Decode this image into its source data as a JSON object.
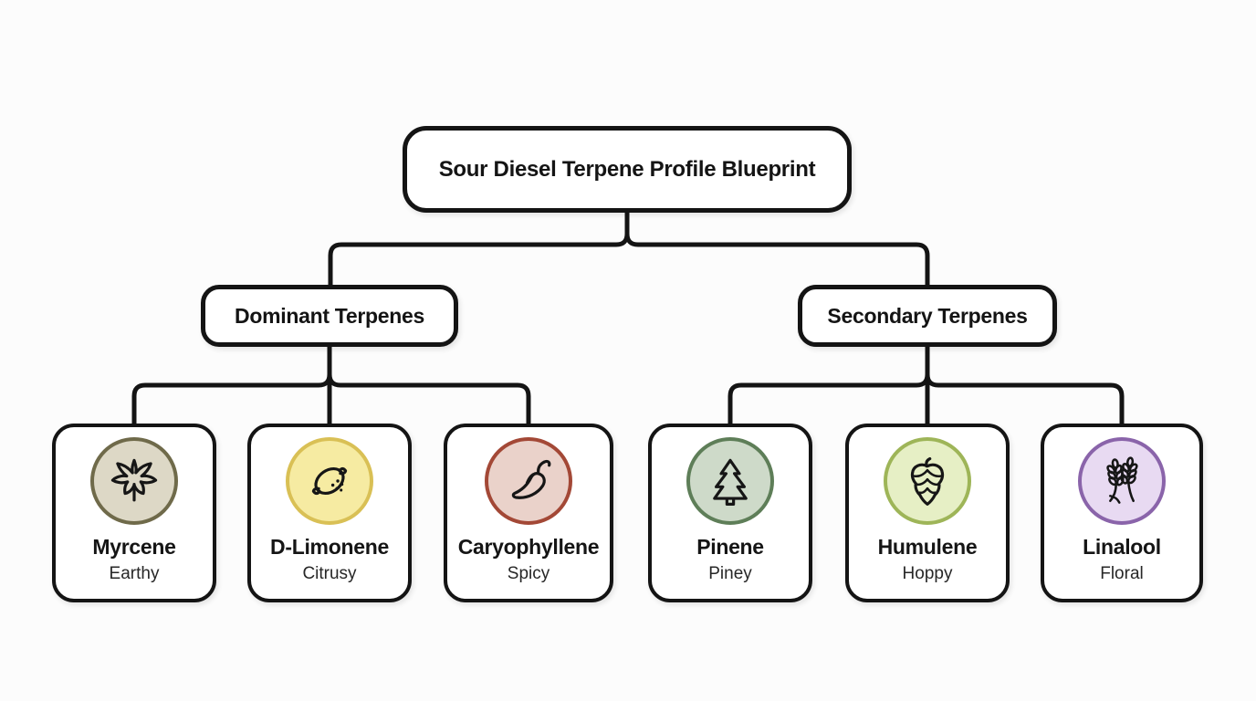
{
  "diagram": {
    "title": "Sour Diesel Terpene Profile Blueprint",
    "line_color": "#141414",
    "background": "#fcfcfc",
    "groups": [
      {
        "label": "Dominant Terpenes",
        "children": [
          {
            "name": "Myrcene",
            "flavor": "Earthy",
            "icon": "cannabis-leaf-icon",
            "circle_fill": "#ddd8c6",
            "circle_border": "#6f6a4a"
          },
          {
            "name": "D-Limonene",
            "flavor": "Citrusy",
            "icon": "lemon-icon",
            "circle_fill": "#f6eba2",
            "circle_border": "#d9c055"
          },
          {
            "name": "Caryophyllene",
            "flavor": "Spicy",
            "icon": "chili-pepper-icon",
            "circle_fill": "#ead2ca",
            "circle_border": "#a34836"
          }
        ]
      },
      {
        "label": "Secondary Terpenes",
        "children": [
          {
            "name": "Pinene",
            "flavor": "Piney",
            "icon": "pine-tree-icon",
            "circle_fill": "#cedac9",
            "circle_border": "#5e7e58"
          },
          {
            "name": "Humulene",
            "flavor": "Hoppy",
            "icon": "hop-cone-icon",
            "circle_fill": "#e6efc5",
            "circle_border": "#9eb558"
          },
          {
            "name": "Linalool",
            "flavor": "Floral",
            "icon": "lavender-icon",
            "circle_fill": "#e8daf2",
            "circle_border": "#8a64aa"
          }
        ]
      }
    ]
  }
}
